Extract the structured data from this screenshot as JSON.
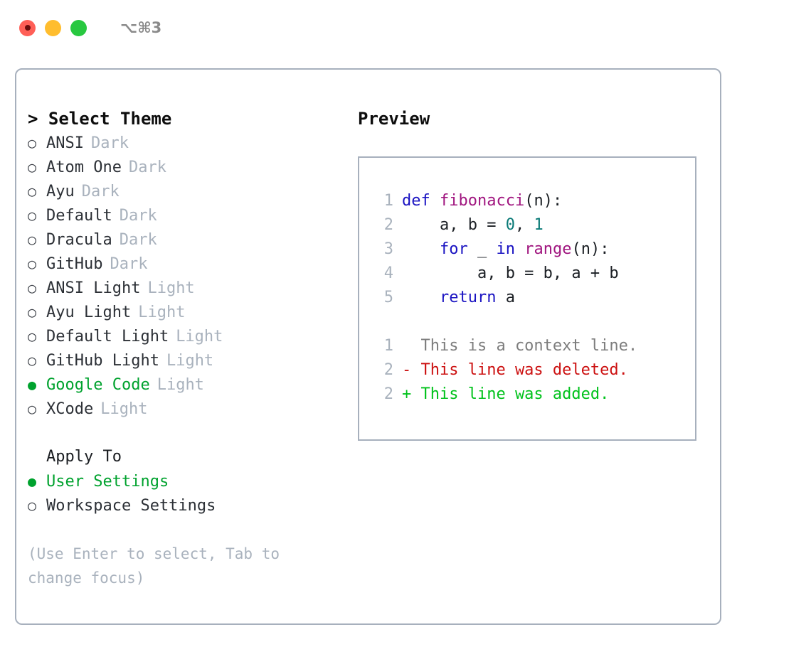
{
  "window": {
    "shortcut_label": "⌥⌘3",
    "traffic_lights": [
      {
        "name": "close",
        "color": "#ff5f57"
      },
      {
        "name": "minimize",
        "color": "#ffbd2e"
      },
      {
        "name": "maximize",
        "color": "#28c840"
      }
    ]
  },
  "colors": {
    "accent_green": "#00a22e",
    "muted": "#a9b2bd",
    "border": "#a7b0bd",
    "keyword": "#1a13c2",
    "function": "#a0157f",
    "number": "#0a7a77",
    "diff_add": "#00c21b",
    "diff_del": "#cc1111",
    "diff_ctx": "#7d7d7d"
  },
  "left": {
    "prompt": "> Select Theme",
    "themes": [
      {
        "marker": "○",
        "name": "ANSI",
        "category": "Dark",
        "selected": false
      },
      {
        "marker": "○",
        "name": "Atom One",
        "category": "Dark",
        "selected": false
      },
      {
        "marker": "○",
        "name": "Ayu",
        "category": "Dark",
        "selected": false
      },
      {
        "marker": "○",
        "name": "Default",
        "category": "Dark",
        "selected": false
      },
      {
        "marker": "○",
        "name": "Dracula",
        "category": "Dark",
        "selected": false
      },
      {
        "marker": "○",
        "name": "GitHub",
        "category": "Dark",
        "selected": false
      },
      {
        "marker": "○",
        "name": "ANSI Light",
        "category": "Light",
        "selected": false
      },
      {
        "marker": "○",
        "name": "Ayu Light",
        "category": "Light",
        "selected": false
      },
      {
        "marker": "○",
        "name": "Default Light",
        "category": "Light",
        "selected": false
      },
      {
        "marker": "○",
        "name": "GitHub Light",
        "category": "Light",
        "selected": false
      },
      {
        "marker": "●",
        "name": "Google Code",
        "category": "Light",
        "selected": true
      },
      {
        "marker": "○",
        "name": "XCode",
        "category": "Light",
        "selected": false
      }
    ],
    "apply_to_title": "Apply To",
    "apply_to_options": [
      {
        "marker": "●",
        "name": "User Settings",
        "selected": true
      },
      {
        "marker": "○",
        "name": "Workspace Settings",
        "selected": false
      }
    ],
    "hint": "(Use Enter to select, Tab to change focus)"
  },
  "right": {
    "preview_title": "Preview",
    "code_lines": [
      {
        "number": "1",
        "tokens": [
          {
            "text": "def ",
            "type": "keyword"
          },
          {
            "text": "fibonacci",
            "type": "function"
          },
          {
            "text": "(n):",
            "type": "plain"
          }
        ]
      },
      {
        "number": "2",
        "tokens": [
          {
            "text": "    a, b = ",
            "type": "plain"
          },
          {
            "text": "0",
            "type": "number"
          },
          {
            "text": ", ",
            "type": "plain"
          },
          {
            "text": "1",
            "type": "number"
          }
        ]
      },
      {
        "number": "3",
        "tokens": [
          {
            "text": "    ",
            "type": "plain"
          },
          {
            "text": "for",
            "type": "keyword"
          },
          {
            "text": " _ ",
            "type": "plain"
          },
          {
            "text": "in",
            "type": "keyword"
          },
          {
            "text": " ",
            "type": "plain"
          },
          {
            "text": "range",
            "type": "function"
          },
          {
            "text": "(n):",
            "type": "plain"
          }
        ]
      },
      {
        "number": "4",
        "tokens": [
          {
            "text": "        a, b = b, a + b",
            "type": "plain"
          }
        ]
      },
      {
        "number": "5",
        "tokens": [
          {
            "text": "    ",
            "type": "plain"
          },
          {
            "text": "return",
            "type": "keyword"
          },
          {
            "text": " a",
            "type": "plain"
          }
        ]
      }
    ],
    "diff_lines": [
      {
        "number": "1",
        "text": "  This is a context line.",
        "type": "context"
      },
      {
        "number": "2",
        "text": "- This line was deleted.",
        "type": "deleted"
      },
      {
        "number": "2",
        "text": "+ This line was added.",
        "type": "added"
      }
    ]
  }
}
